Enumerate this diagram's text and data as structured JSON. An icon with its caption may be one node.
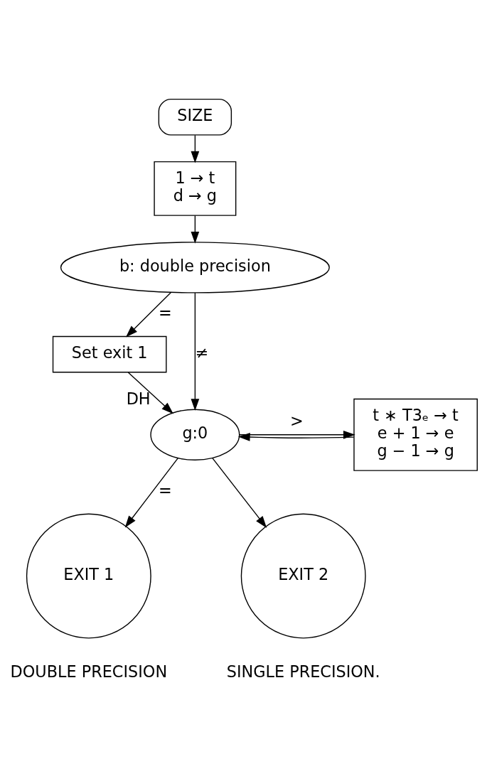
{
  "diagram": {
    "nodes": [
      {
        "text": [
          "SIZE"
        ]
      },
      {
        "text": [
          "1 → t",
          "d → g"
        ]
      },
      {
        "text": [
          "b: double precision"
        ]
      },
      {
        "text": [
          "Set exit 1"
        ]
      },
      {
        "text": [
          "g:0"
        ],
        "beside": [
          "DH"
        ]
      },
      {
        "text": [
          "t ∗ T3ₑ → t",
          "e + 1 → e",
          "g − 1 → g"
        ]
      },
      {
        "text": [
          "EXIT 1"
        ],
        "beside": [
          "DOUBLE PRECISION"
        ]
      },
      {
        "text": [
          "EXIT 2"
        ],
        "beside": [
          "SINGLE PRECISION."
        ]
      }
    ],
    "edges": [
      {
        "from": 0,
        "to": 1,
        "arrow": "to"
      },
      {
        "from": 1,
        "to": 2,
        "arrow": "to"
      },
      {
        "from": 2,
        "to": 4,
        "arrow": "to",
        "label": "≠"
      },
      {
        "from": 2,
        "to": 3,
        "arrow": "to",
        "label": "="
      },
      {
        "from": 3,
        "to": 4,
        "arrow": "to"
      },
      {
        "from": 5,
        "to": 4,
        "arrow": "to"
      },
      {
        "from": 4,
        "to": 5,
        "arrow": "to",
        "label": ">"
      },
      {
        "from": 4,
        "to": 6,
        "arrow": "to",
        "label": "="
      },
      {
        "from": 4,
        "to": 7,
        "arrow": "to"
      }
    ]
  }
}
